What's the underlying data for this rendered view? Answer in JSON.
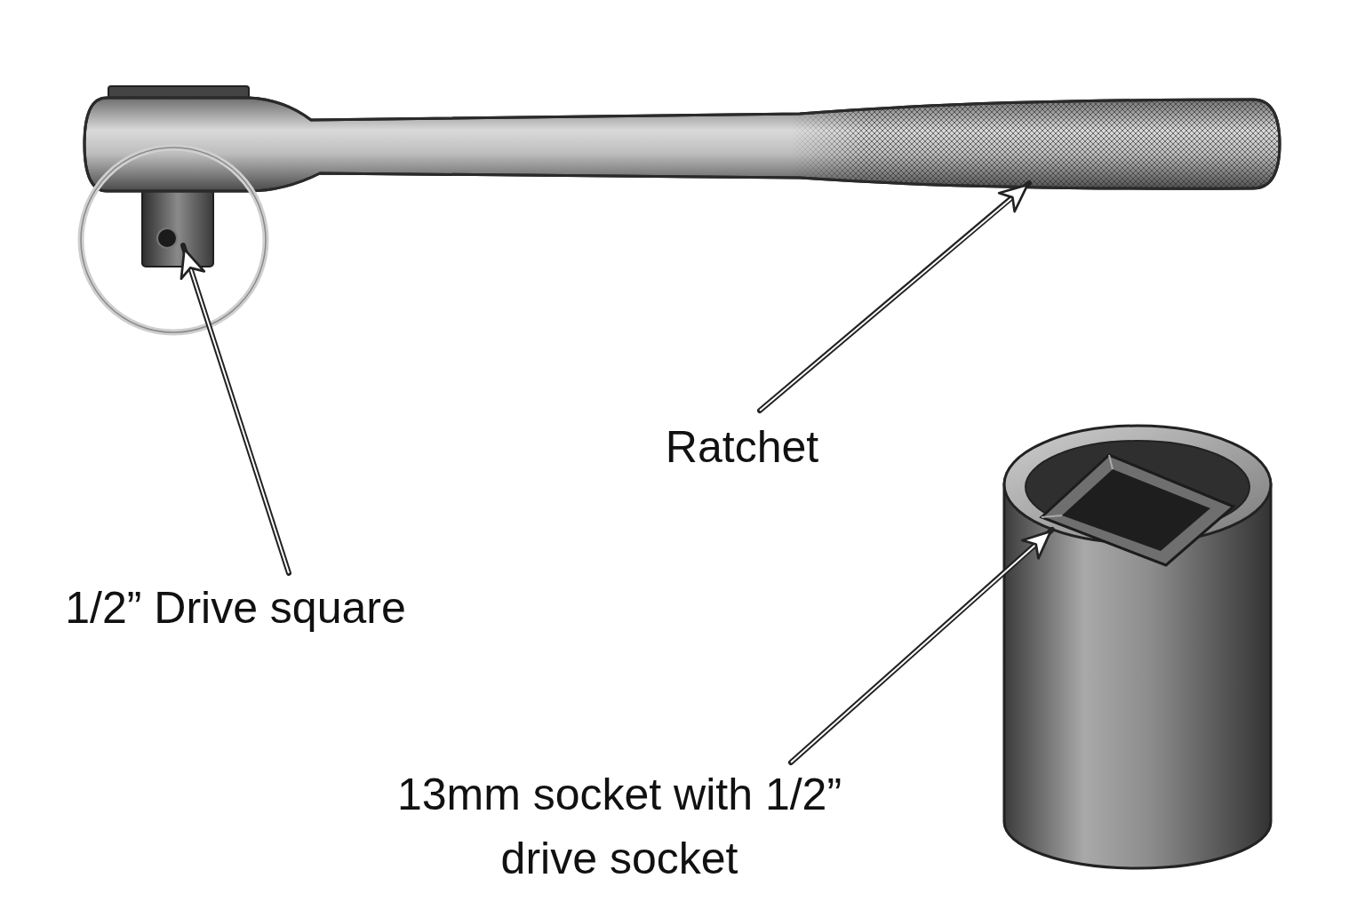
{
  "diagram": {
    "labels": [
      "1/2” Drive square",
      "Ratchet",
      "13mm socket with 1/2” drive socket"
    ]
  }
}
